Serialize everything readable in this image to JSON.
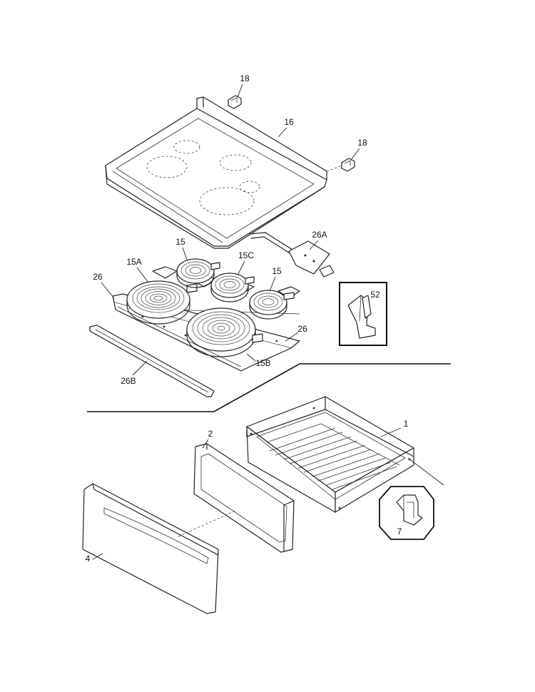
{
  "callouts": {
    "p18_top": "18",
    "p16": "16",
    "p18_right": "18",
    "p26A": "26A",
    "p15_top": "15",
    "p15A": "15A",
    "p15C": "15C",
    "p15_right": "15",
    "p26_left": "26",
    "p52": "52",
    "p26_right": "26",
    "p15B": "15B",
    "p26B": "26B",
    "p1": "1",
    "p2": "2",
    "p4": "4",
    "p7": "7"
  }
}
